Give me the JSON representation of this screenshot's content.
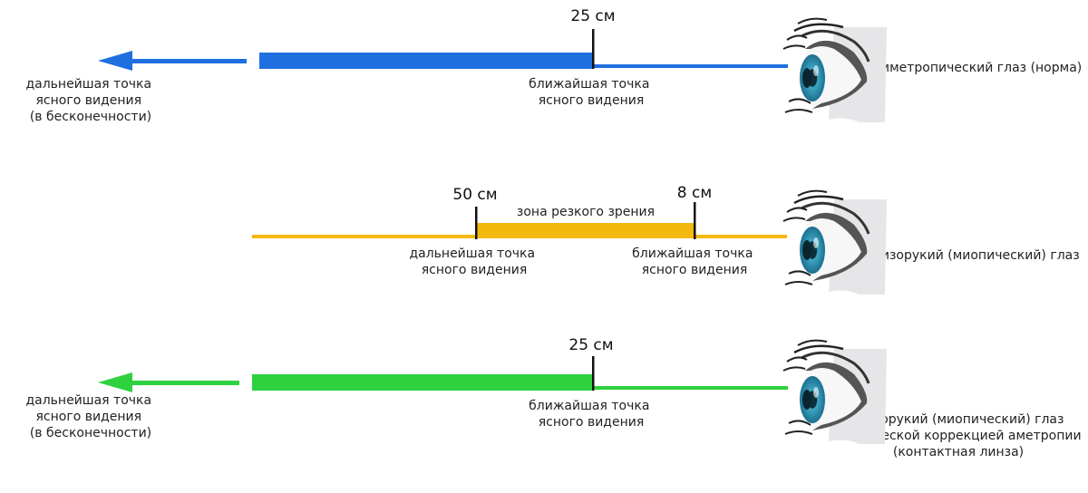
{
  "rows": [
    {
      "color": "#1f6fe0",
      "distance_label": "25 см",
      "near_point": [
        "ближайшая точка",
        "ясного видения"
      ],
      "far_point": [
        "дальнейшая точка",
        "ясного видения",
        "(в бесконечности)"
      ],
      "eye_label": [
        "Эмметропический глаз (норма)"
      ]
    },
    {
      "color": "#f4b90f",
      "far_distance_label": "50 см",
      "near_distance_label": "8 см",
      "zone_label": "зона резкого зрения",
      "far_point": [
        "дальнейшая точка",
        "ясного видения"
      ],
      "near_point": [
        "ближайшая точка",
        "ясного видения"
      ],
      "eye_label": [
        "Близорукий (миопический) глаз"
      ]
    },
    {
      "color": "#2ed13e",
      "distance_label": "25 см",
      "near_point": [
        "ближайшая точка",
        "ясного видения"
      ],
      "far_point": [
        "дальнейшая точка",
        "ясного видения",
        "(в бесконечности)"
      ],
      "eye_label": [
        "Близорукий (миопический) глаз",
        "с оптической коррекцией аметропии",
        "(контактная линза)"
      ]
    }
  ],
  "icons": {
    "eye": "eye-icon",
    "arrow": "arrow-left-icon"
  }
}
